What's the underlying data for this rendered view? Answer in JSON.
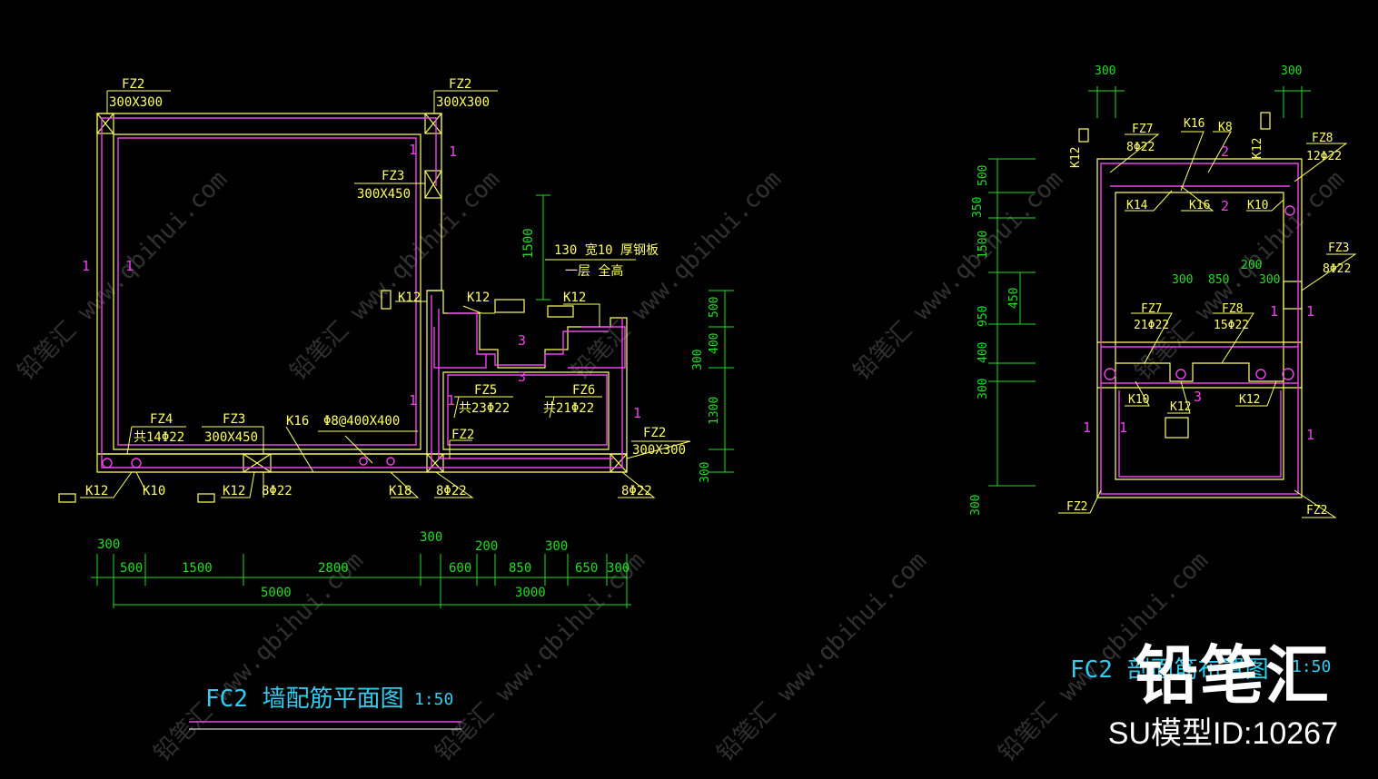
{
  "plan": {
    "title": "FC2 墙配筋平面图",
    "scale": "1:50",
    "columns": {
      "fz2_a": "FZ2",
      "fz2_a_size": "300X300",
      "fz2_b": "FZ2",
      "fz2_b_size": "300X300",
      "fz3_a": "FZ3",
      "fz3_a_size": "300X450",
      "fz3_b": "FZ3",
      "fz3_b_size": "300X450",
      "fz4": "FZ4",
      "fz4_bars": "共14Φ22",
      "fz5": "FZ5",
      "fz5_bars": "共23Φ22",
      "fz6": "FZ6",
      "fz6_bars": "共21Φ22",
      "fz2_c": "FZ2",
      "fz2_d": "FZ2",
      "fz2_d_size": "300X300"
    },
    "rebar": {
      "k12_a": "K12",
      "k12_b": "K12",
      "k12_c": "K12",
      "k12_d": "K12",
      "k12_e": "K12",
      "k10": "K10",
      "k16": "K16",
      "k16_spec": "Φ8@400X400",
      "k18": "K18",
      "bars_a": "8Φ22",
      "bars_b": "8Φ22",
      "bars_c": "8Φ22"
    },
    "note": {
      "h": "1500",
      "l1": "130 宽10 厚钢板",
      "l2": "一层 全高"
    },
    "section_mark": "1",
    "section_mark_3": "3",
    "dims_top": [
      "300",
      "500",
      "1500",
      "2800",
      "300",
      "600",
      "200",
      "850",
      "300",
      "650",
      "300"
    ],
    "dims_bottom": [
      "5000",
      "3000"
    ],
    "dims_right": [
      "500",
      "400",
      "300",
      "1300",
      "300"
    ]
  },
  "section": {
    "title": "FC2 剖面筋布置图",
    "scale": "1:50",
    "top_dims": [
      "300",
      "300"
    ],
    "left_dims": [
      "500",
      "350",
      "1500",
      "950",
      "400",
      "300",
      "300"
    ],
    "inner_dim": "450",
    "labels": {
      "fz7_a": "FZ7",
      "fz7_a_bars": "8Φ22",
      "k16_a": "K16",
      "k8": "K8",
      "k12_top": "K12",
      "k12_left": "K12",
      "fz8_a": "FZ8",
      "fz8_a_bars": "12Φ22",
      "k14": "K14",
      "k16_b": "K16",
      "k10_a": "K10",
      "fz3": "FZ3",
      "fz3_bars": "8Φ22",
      "d200": "200",
      "d300a": "300",
      "d850": "850",
      "d300b": "300",
      "fz7_b": "FZ7",
      "fz7_b_bars": "21Φ22",
      "fz8_b": "FZ8",
      "fz8_b_bars": "15Φ22",
      "k10_b": "K10",
      "k12_mid": "K12",
      "k12_right": "K12",
      "fz2_l": "FZ2",
      "fz2_r": "FZ2",
      "mark1": "1",
      "mark2": "2",
      "mark3": "3"
    }
  },
  "watermark": {
    "brand": "铅笔汇",
    "id": "SU模型ID:10267",
    "text": "铅笔汇 www.qbihui.com"
  },
  "colors": {
    "yellow": "#ffff66",
    "green": "#22dd22",
    "cyan": "#33ccee",
    "magenta": "#ee44ee"
  }
}
